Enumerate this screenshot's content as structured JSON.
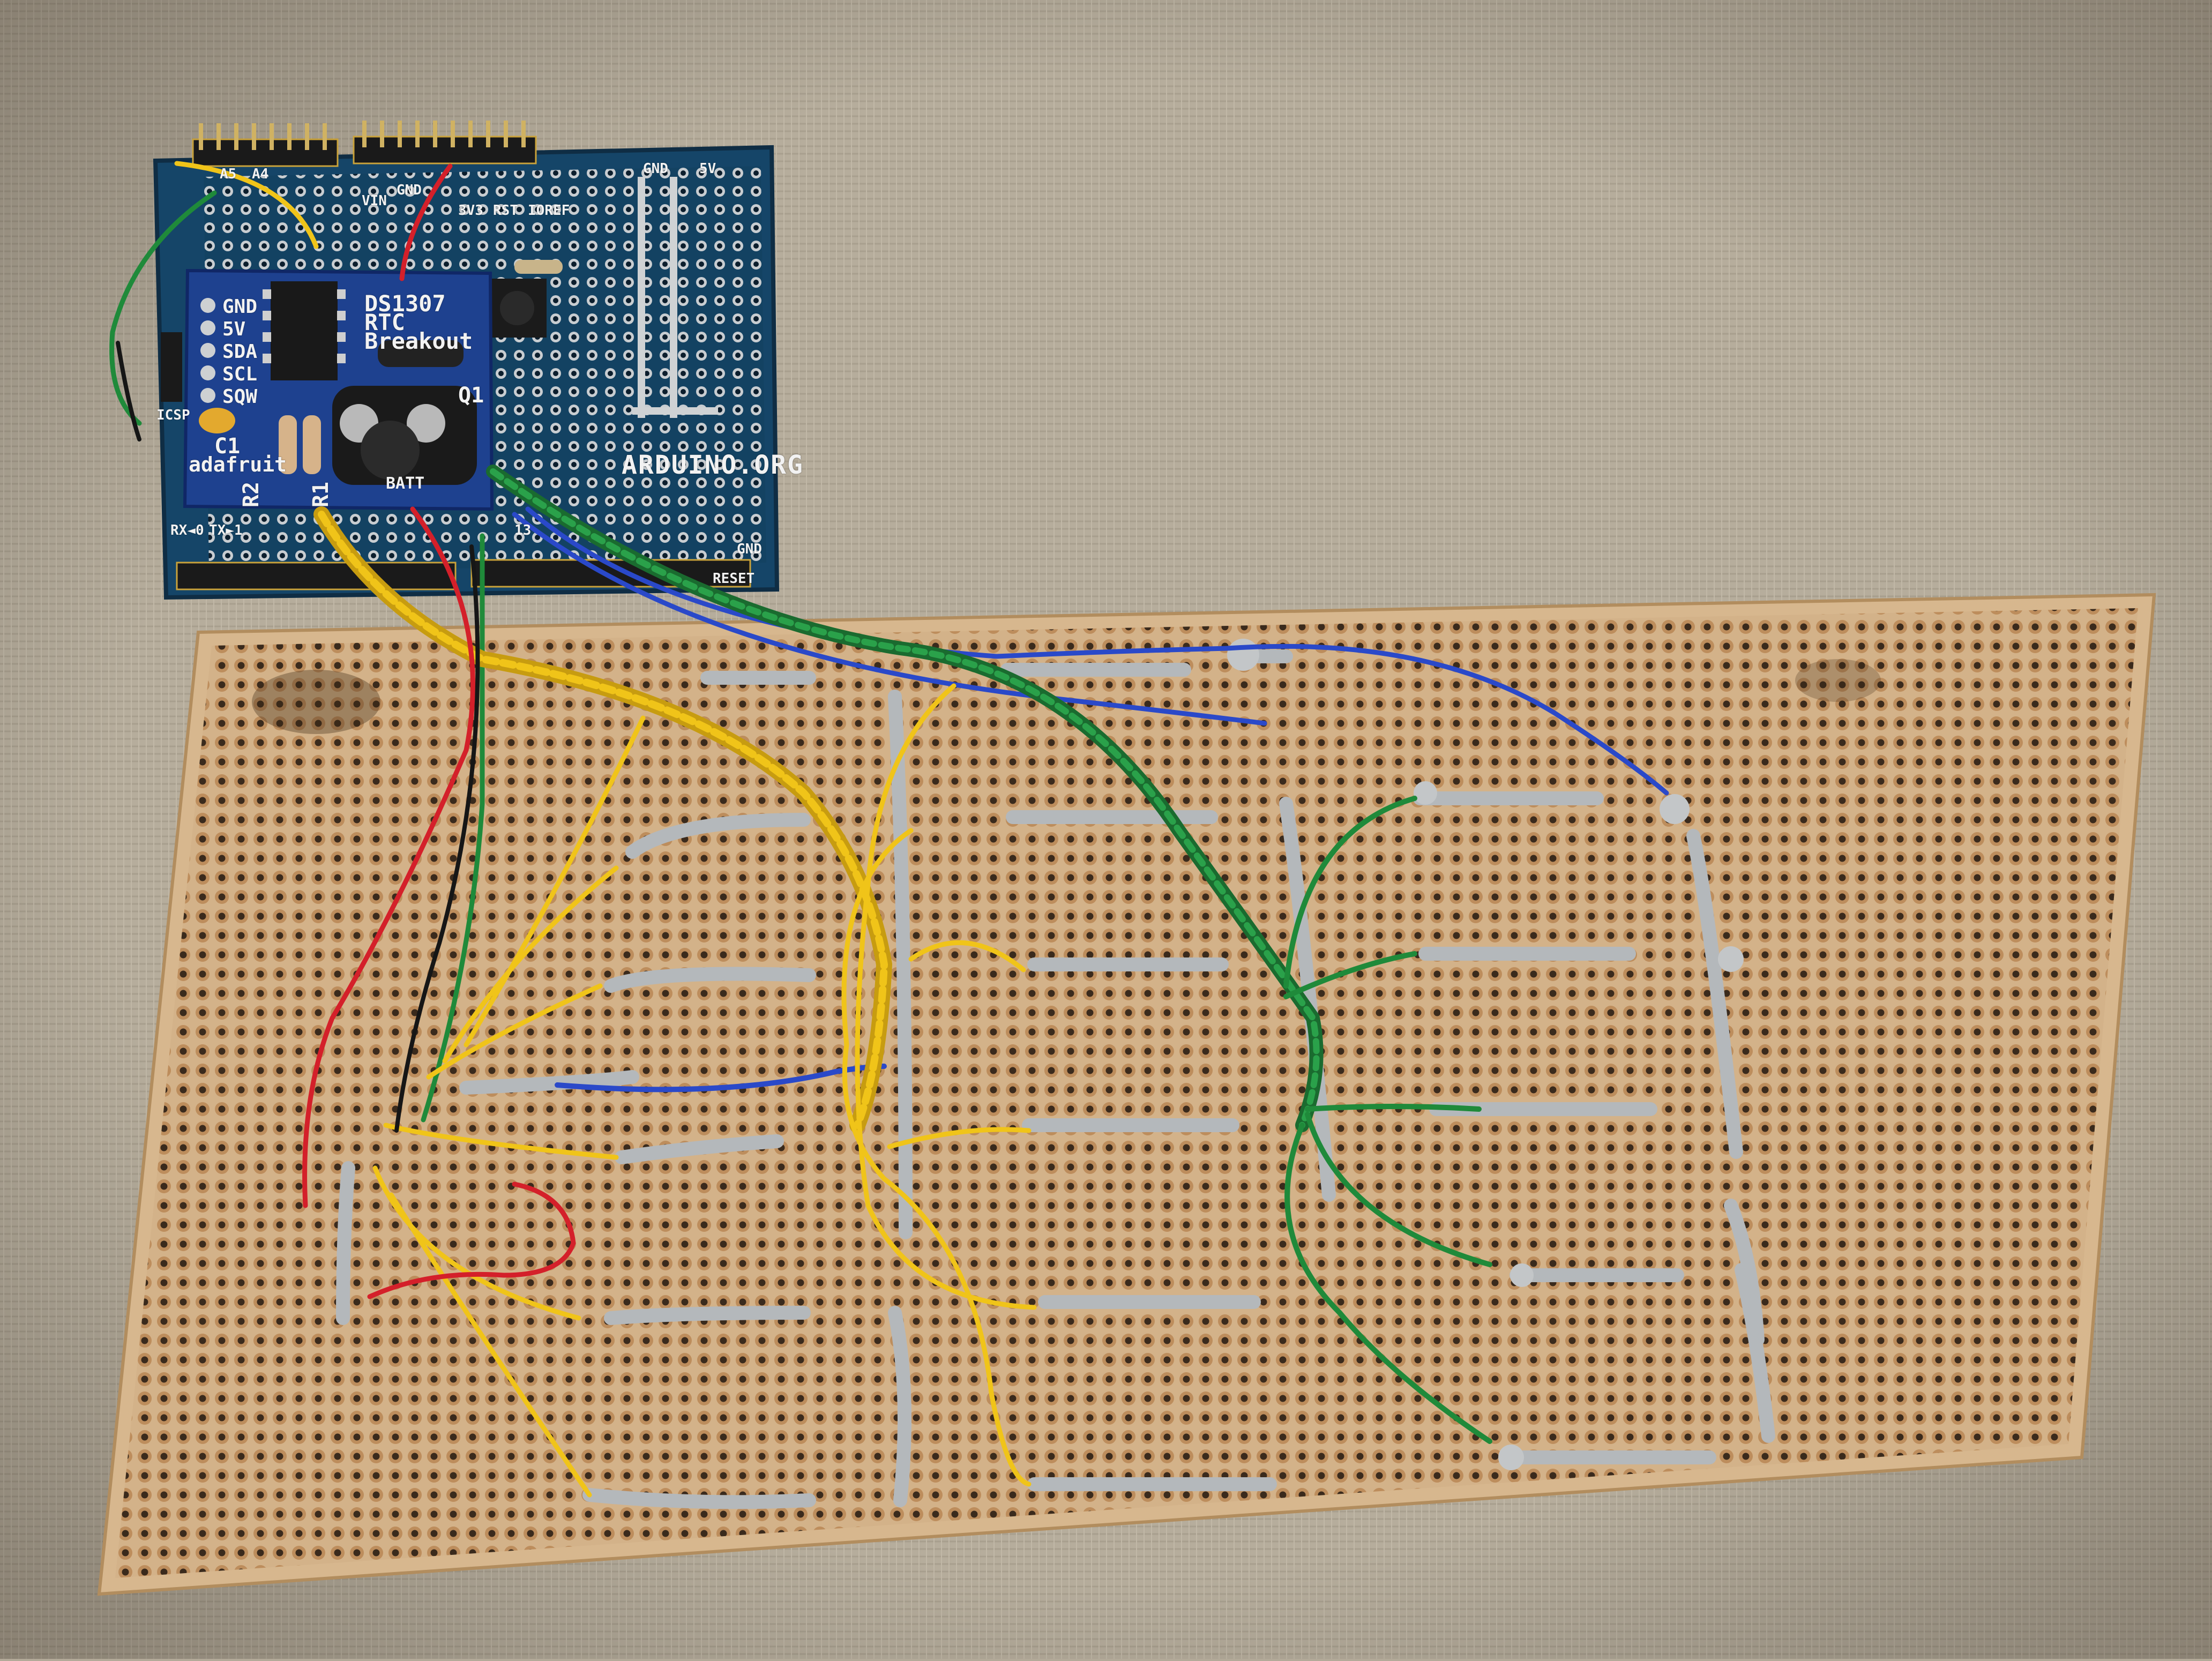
{
  "photo": {
    "subject": "Arduino proto shield with RTC breakout wired to perfboard",
    "colors": {
      "background_fabric": "#b3aa99",
      "perfboard": "#c9a67a",
      "copper_pad": "#b8895a",
      "shield_pcb": "#123f5e",
      "rtc_pcb": "#1d3f8f",
      "solder": "#b9bcbf",
      "wire_yellow": "#f0c419",
      "wire_green": "#1f8a3a",
      "wire_red": "#d4202a",
      "wire_blue": "#2a49c9",
      "wire_black": "#161616"
    }
  },
  "rtc_board": {
    "title_line1": "DS1307",
    "title_line2": "RTC",
    "title_line3": "Breakout",
    "pins": [
      "GND",
      "5V",
      "SDA",
      "SCL",
      "SQW"
    ],
    "brand": "adafruit",
    "refs": {
      "c1": "C1",
      "r1": "R1",
      "r2": "R2",
      "q1": "Q1",
      "batt": "BATT"
    }
  },
  "shield_board": {
    "logo": "ARDUINO.ORG",
    "labels": {
      "gnd_top": "GND",
      "v5_top": "5V",
      "vin": "VIN",
      "gnd_power": "GND",
      "ioref": "IOREF",
      "rst": "RST",
      "v33": "3V3",
      "icsp": "ICSP",
      "reset": "RESET",
      "gnd_bottom": "GND",
      "rx": "RX◄0",
      "tx": "TX►1",
      "d13": "13",
      "a4": "A4",
      "a5": "A5"
    }
  }
}
